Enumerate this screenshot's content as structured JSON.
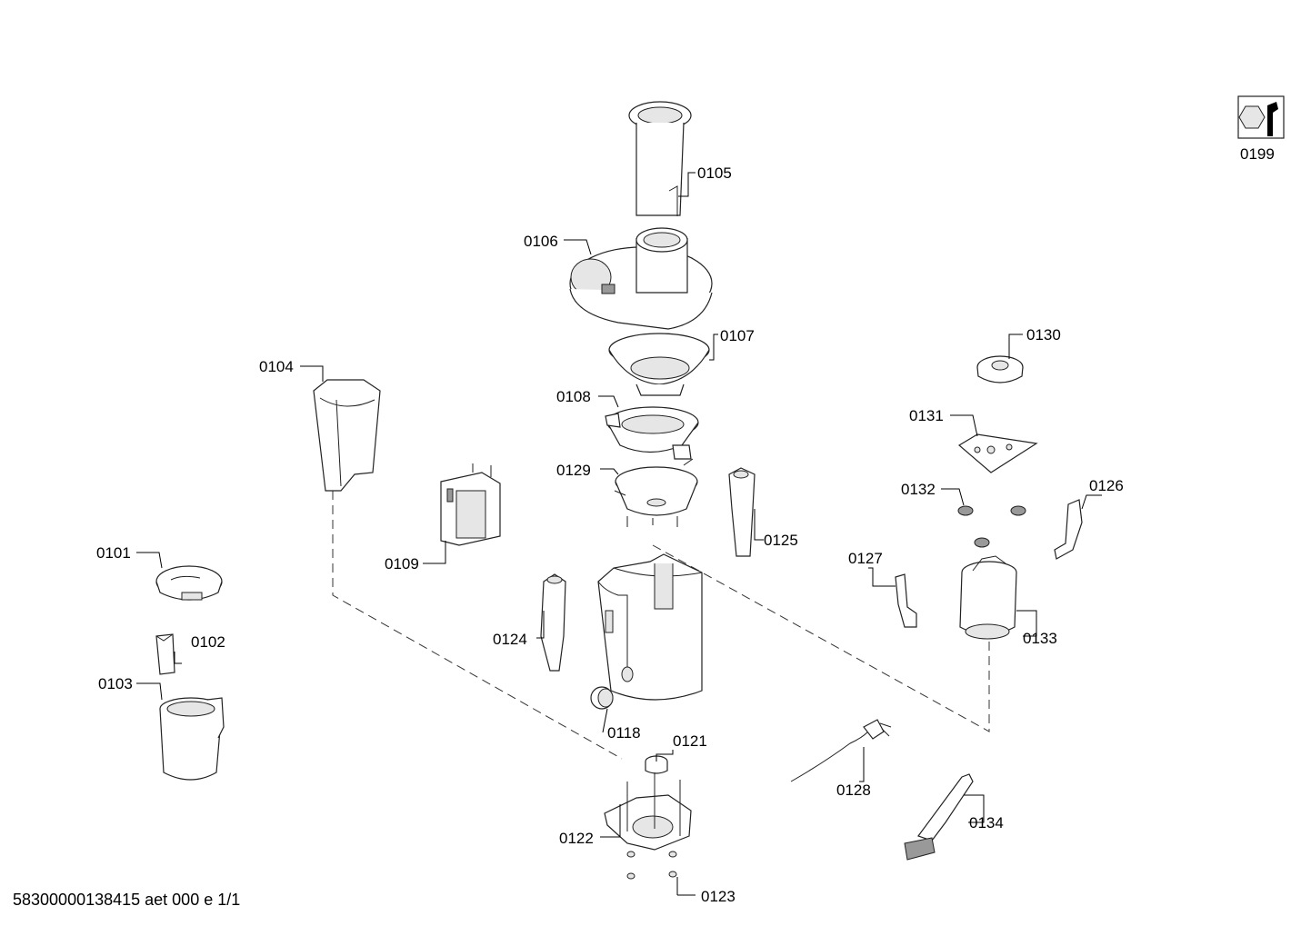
{
  "diagram": {
    "parts": [
      {
        "id": "0101",
        "label": "0101"
      },
      {
        "id": "0102",
        "label": "0102"
      },
      {
        "id": "0103",
        "label": "0103"
      },
      {
        "id": "0104",
        "label": "0104"
      },
      {
        "id": "0105",
        "label": "0105"
      },
      {
        "id": "0106",
        "label": "0106"
      },
      {
        "id": "0107",
        "label": "0107"
      },
      {
        "id": "0108",
        "label": "0108"
      },
      {
        "id": "0109",
        "label": "0109"
      },
      {
        "id": "0118",
        "label": "0118"
      },
      {
        "id": "0121",
        "label": "0121"
      },
      {
        "id": "0122",
        "label": "0122"
      },
      {
        "id": "0123",
        "label": "0123"
      },
      {
        "id": "0124",
        "label": "0124"
      },
      {
        "id": "0125",
        "label": "0125"
      },
      {
        "id": "0126",
        "label": "0126"
      },
      {
        "id": "0127",
        "label": "0127"
      },
      {
        "id": "0128",
        "label": "0128"
      },
      {
        "id": "0129",
        "label": "0129"
      },
      {
        "id": "0130",
        "label": "0130"
      },
      {
        "id": "0131",
        "label": "0131"
      },
      {
        "id": "0132",
        "label": "0132"
      },
      {
        "id": "0133",
        "label": "0133"
      },
      {
        "id": "0134",
        "label": "0134"
      },
      {
        "id": "0199",
        "label": "0199"
      }
    ]
  },
  "footer": {
    "text": "58300000138415 aet 000 e 1/1"
  }
}
